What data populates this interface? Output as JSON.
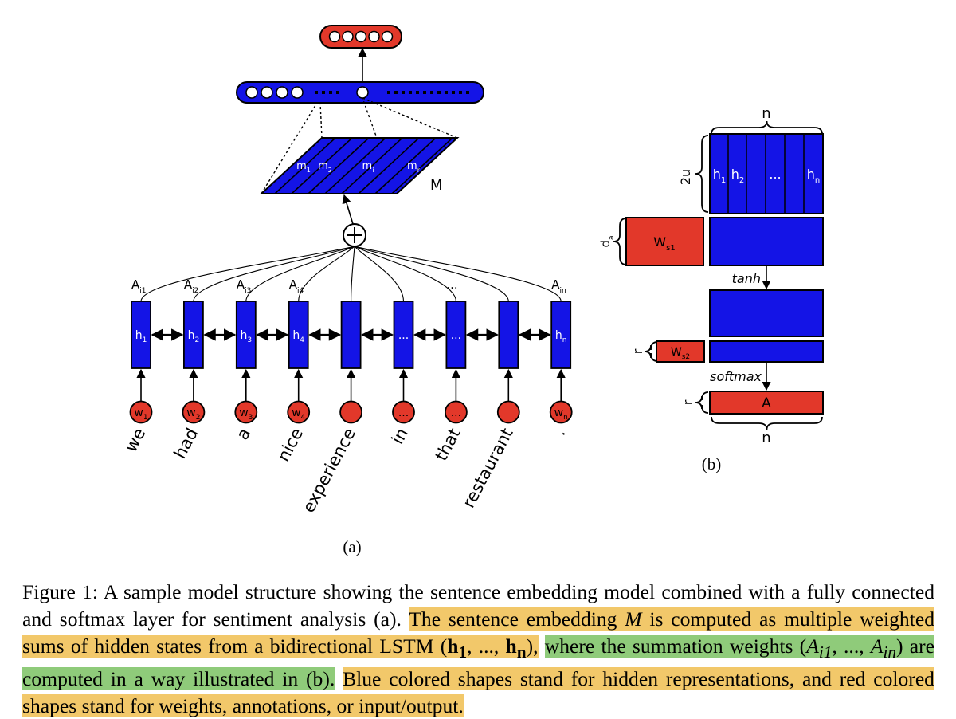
{
  "figure_a": {
    "output_node_count": 5,
    "hidden_nodes_left_count": 4,
    "matrix_label": "M",
    "matrix_columns": [
      {
        "main": "m",
        "sub": "1"
      },
      {
        "main": "m",
        "sub": "2"
      },
      {
        "main": "m",
        "sub": "i"
      },
      {
        "main": "m",
        "sub": "r"
      }
    ],
    "sum_symbol": "⊕",
    "attention_labels": [
      {
        "main": "A",
        "sub": "i1"
      },
      {
        "main": "A",
        "sub": "i2"
      },
      {
        "main": "A",
        "sub": "i3"
      },
      {
        "main": "A",
        "sub": "i4"
      },
      {
        "main": "",
        "sub": ""
      },
      {
        "main": "",
        "sub": ""
      },
      {
        "main": "...",
        "sub": ""
      },
      {
        "main": "",
        "sub": ""
      },
      {
        "main": "A",
        "sub": "in"
      }
    ],
    "hidden_labels": [
      {
        "main": "h",
        "sub": "1"
      },
      {
        "main": "h",
        "sub": "2"
      },
      {
        "main": "h",
        "sub": "3"
      },
      {
        "main": "h",
        "sub": "4"
      },
      {
        "main": "",
        "sub": ""
      },
      {
        "main": "...",
        "sub": ""
      },
      {
        "main": "...",
        "sub": ""
      },
      {
        "main": "",
        "sub": ""
      },
      {
        "main": "h",
        "sub": "n"
      }
    ],
    "input_labels": [
      {
        "main": "w",
        "sub": "1"
      },
      {
        "main": "w",
        "sub": "2"
      },
      {
        "main": "w",
        "sub": "3"
      },
      {
        "main": "w",
        "sub": "4"
      },
      {
        "main": "",
        "sub": ""
      },
      {
        "main": "...",
        "sub": ""
      },
      {
        "main": "...",
        "sub": ""
      },
      {
        "main": "",
        "sub": ""
      },
      {
        "main": "w",
        "sub": "n"
      }
    ],
    "words": [
      "we",
      "had",
      "a",
      "nice",
      "experience",
      "in",
      "that",
      "restaurant",
      "."
    ],
    "sublabel": "(a)"
  },
  "figure_b": {
    "n_top": "n",
    "two_u": "2u",
    "h_labels": [
      {
        "main": "h",
        "sub": "1"
      },
      {
        "main": "h",
        "sub": "2"
      },
      {
        "main": "...",
        "sub": ""
      },
      {
        "main": "h",
        "sub": "n"
      }
    ],
    "d_a": {
      "main": "d",
      "sub": "a"
    },
    "ws1": {
      "main": "W",
      "sub": "s1"
    },
    "tanh": "tanh",
    "r1": "r",
    "ws2": {
      "main": "W",
      "sub": "s2"
    },
    "softmax": "softmax",
    "r2": "r",
    "a_label": "A",
    "n_bottom": "n",
    "sublabel": "(b)"
  },
  "colors": {
    "blue": "#1414e6",
    "red": "#e2382a",
    "highlight_yellow": "#f2c86a",
    "highlight_green": "#8fcb7a"
  },
  "caption": {
    "s1": "Figure 1: A sample model structure showing the sentence embedding model combined with a fully connected and softmax layer for sentiment analysis (a).",
    "s2a": "The sentence embedding",
    "s2m": "M",
    "s2b": "is computed as multiple weighted sums of hidden states from a bidirectional LSTM (",
    "s2h1": "h",
    "s2h1s": "1",
    "s2mid": ", ..., ",
    "s2hn": "h",
    "s2hns": "n",
    "s2end": "),",
    "s3a": "where the summation weights (",
    "s3A1": "A",
    "s3A1s": "i1",
    "s3mid": ", ..., ",
    "s3An": "A",
    "s3Ans": "in",
    "s3end": ") are computed in a way illustrated in (b).",
    "s4": "Blue colored shapes stand for hidden representations, and red colored shapes stand for weights, annotations, or input/output."
  }
}
